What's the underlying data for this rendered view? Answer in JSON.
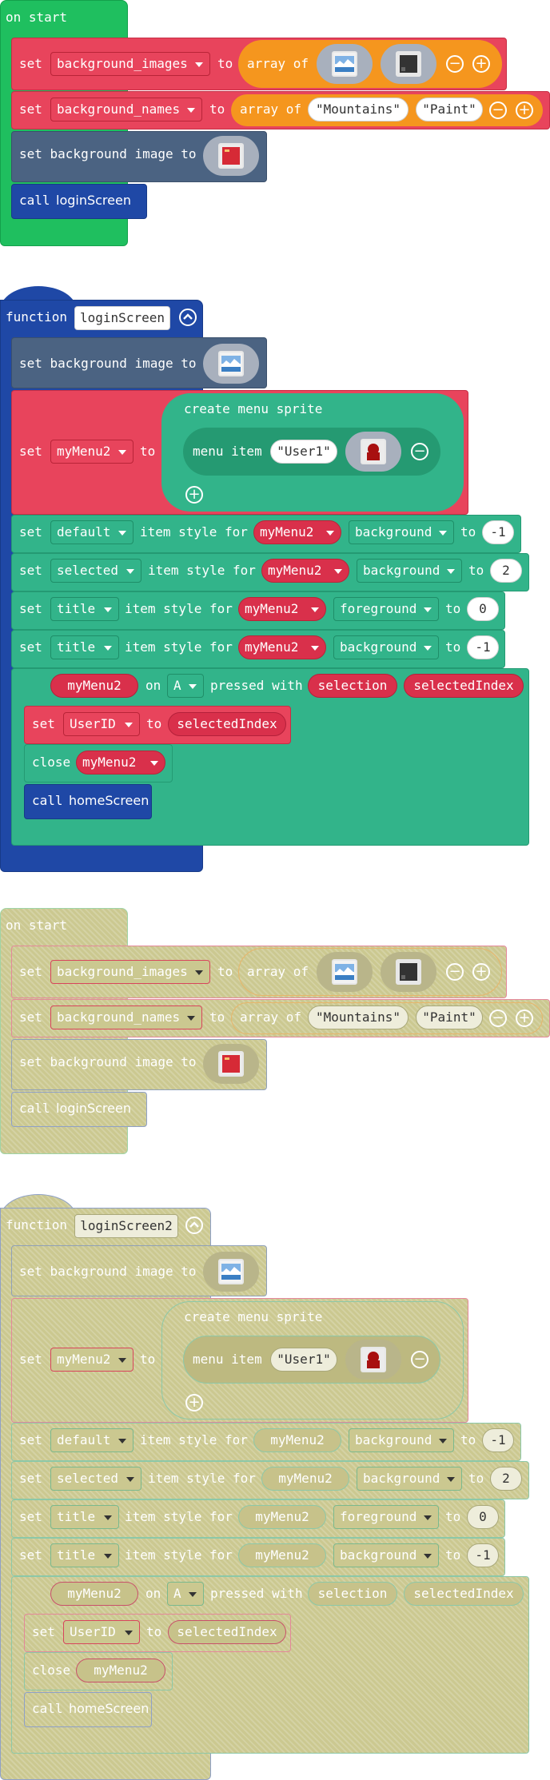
{
  "colors": {
    "event": "#1fbf5f",
    "variable": "#e8445c",
    "scene": "#4b6382",
    "function": "#1f48a6",
    "menu": "#32b48a",
    "array": "#f5961e",
    "disabled": "#cbc890"
  },
  "workspace": {
    "blocks": [
      {
        "id": "on-start-1",
        "header": "on start",
        "set_label": "set",
        "to_label": "to",
        "var_images": "background_images",
        "var_names": "background_names",
        "array_of": "array of",
        "name_mountains": "\"Mountains\"",
        "name_paint": "\"Paint\"",
        "set_bg": "set background image to",
        "call_label": "call",
        "call_target": "loginScreen",
        "minus": "⊖",
        "plus": "⊕"
      },
      {
        "id": "function-1",
        "function_label": "function",
        "function_name": "loginScreen",
        "set_bg": "set background image to",
        "set_label": "set",
        "menu_var": "myMenu2",
        "to_label": "to",
        "create_menu_sprite": "create menu sprite",
        "menu_item": "menu item",
        "user1": "\"User1\"",
        "rows": [
          {
            "set": "set",
            "style": "default",
            "item_style_for": "item style for",
            "sprite": "myMenu2",
            "attr": "background",
            "to": "to",
            "value": "-1"
          },
          {
            "set": "set",
            "style": "selected",
            "item_style_for": "item style for",
            "sprite": "myMenu2",
            "attr": "background",
            "to": "to",
            "value": "2"
          },
          {
            "set": "set",
            "style": "title",
            "item_style_for": "item style for",
            "sprite": "myMenu2",
            "attr": "foreground",
            "to": "to",
            "value": "0"
          },
          {
            "set": "set",
            "style": "title",
            "item_style_for": "item style for",
            "sprite": "myMenu2",
            "attr": "background",
            "to": "to",
            "value": "-1"
          }
        ],
        "on_label": "on",
        "button": "A",
        "pressed_with": "pressed with",
        "param_selection": "selection",
        "param_selected_index": "selectedIndex",
        "userid_var": "UserID",
        "close_label": "close",
        "call_label": "call",
        "call_target": "homeScreen"
      },
      {
        "id": "on-start-2",
        "header": "on start",
        "set_label": "set",
        "to_label": "to",
        "var_images": "background_images",
        "var_names": "background_names",
        "array_of": "array of",
        "name_mountains": "\"Mountains\"",
        "name_paint": "\"Paint\"",
        "set_bg": "set background image to",
        "call_label": "call",
        "call_target": "loginScreen"
      },
      {
        "id": "function-2",
        "function_label": "function",
        "function_name": "loginScreen2",
        "set_bg": "set background image to",
        "set_label": "set",
        "menu_var": "myMenu2",
        "to_label": "to",
        "create_menu_sprite": "create menu sprite",
        "menu_item": "menu item",
        "user1": "\"User1\"",
        "rows": [
          {
            "set": "set",
            "style": "default",
            "item_style_for": "item style for",
            "sprite": "myMenu2",
            "attr": "background",
            "to": "to",
            "value": "-1"
          },
          {
            "set": "set",
            "style": "selected",
            "item_style_for": "item style for",
            "sprite": "myMenu2",
            "attr": "background",
            "to": "to",
            "value": "2"
          },
          {
            "set": "set",
            "style": "title",
            "item_style_for": "item style for",
            "sprite": "myMenu2",
            "attr": "foreground",
            "to": "to",
            "value": "0"
          },
          {
            "set": "set",
            "style": "title",
            "item_style_for": "item style for",
            "sprite": "myMenu2",
            "attr": "background",
            "to": "to",
            "value": "-1"
          }
        ],
        "on_label": "on",
        "button": "A",
        "pressed_with": "pressed with",
        "param_selection": "selection",
        "param_selected_index": "selectedIndex",
        "userid_var": "UserID",
        "close_label": "close",
        "call_label": "call",
        "call_target": "homeScreen"
      }
    ]
  }
}
